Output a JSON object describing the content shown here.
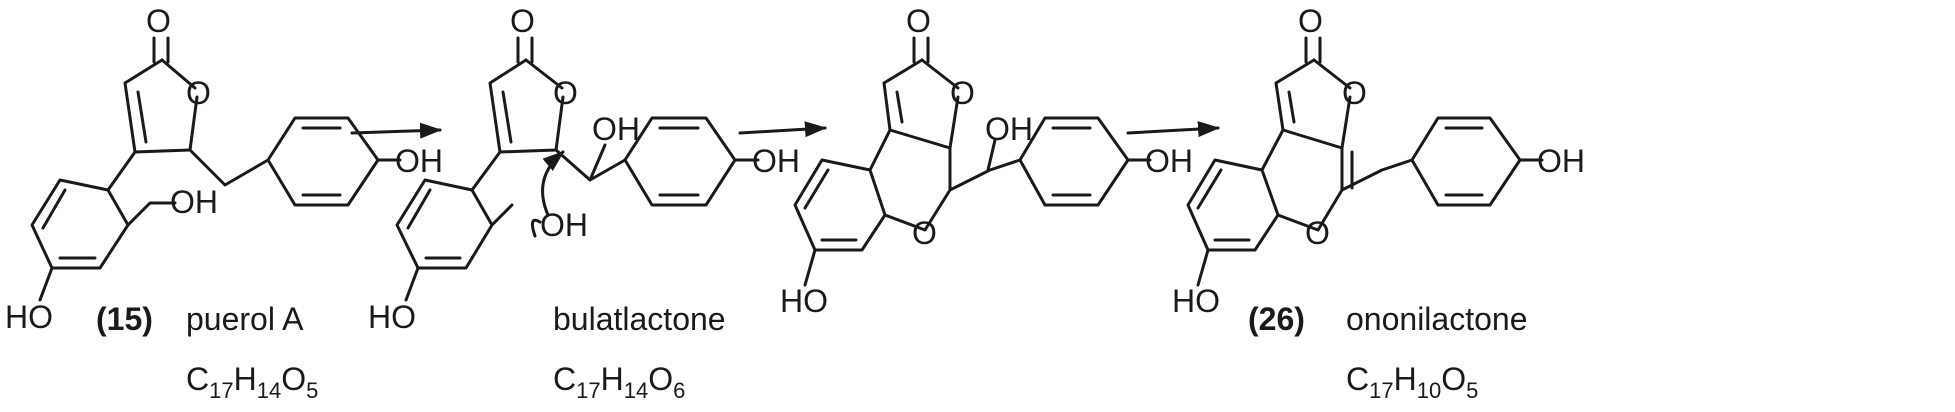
{
  "scheme": {
    "compounds": [
      {
        "number": "(15)",
        "name": "puerol A",
        "formula": {
          "C": "C",
          "c_n": "17",
          "H": "H",
          "h_n": "14",
          "O": "O",
          "o_n": "5"
        }
      },
      {
        "number": "",
        "name": "bulatlactone",
        "formula": {
          "C": "C",
          "c_n": "17",
          "H": "H",
          "h_n": "14",
          "O": "O",
          "o_n": "6"
        }
      },
      {
        "number": "",
        "name": "",
        "formula": null
      },
      {
        "number": "(26)",
        "name": "ononilactone",
        "formula": {
          "C": "C",
          "c_n": "17",
          "H": "H",
          "h_n": "10",
          "O": "O",
          "o_n": "5"
        }
      }
    ],
    "labels": {
      "o": "O",
      "oh": "OH",
      "ho": "HO",
      "h": "H"
    }
  }
}
